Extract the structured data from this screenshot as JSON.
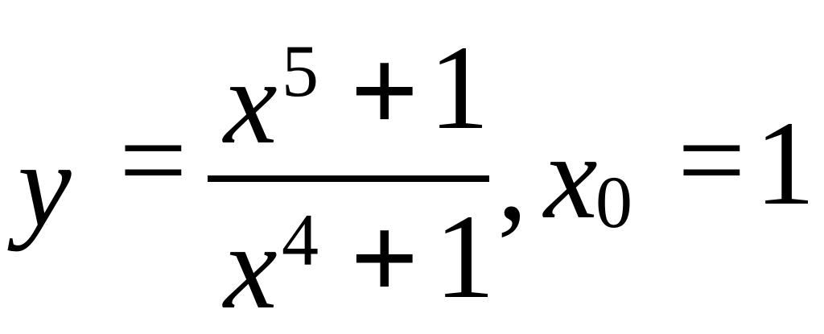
{
  "formula": {
    "lhs_var": "y",
    "equals": "=",
    "numerator": {
      "base": "x",
      "exponent": "5",
      "operator": "+",
      "constant": "1"
    },
    "denominator": {
      "base": "x",
      "exponent": "4",
      "operator": "+",
      "constant": "1"
    },
    "separator": ",",
    "point": {
      "var": "x",
      "subscript": "0",
      "equals": "=",
      "value": "1"
    }
  }
}
